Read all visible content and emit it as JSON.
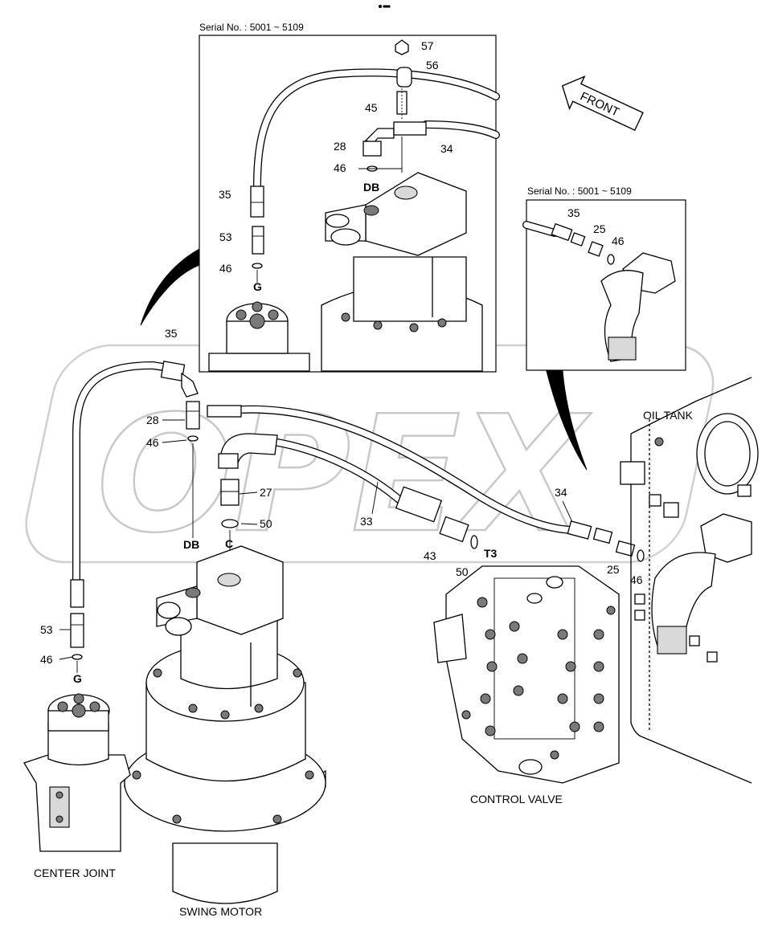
{
  "serial_main": "Serial No. : 5001 ~ 5109",
  "serial_detail": "Serial No. : 5001 ~ 5109",
  "front_label": "FRONT",
  "watermark": "OPEX",
  "components": {
    "oil_tank": "OIL TANK",
    "control_valve": "CONTROL VALVE",
    "center_joint": "CENTER JOINT",
    "swing_motor": "SWING MOTOR"
  },
  "ports": {
    "db_inset": "DB",
    "g_inset": "G",
    "db_main": "DB",
    "c_main": "C",
    "g_main": "G",
    "t3_main": "T3"
  },
  "parts_inset": {
    "p57": "57",
    "p56": "56",
    "p45": "45",
    "p28": "28",
    "p34": "34",
    "p46a": "46",
    "p35": "35",
    "p53": "53",
    "p46b": "46"
  },
  "parts_detail": {
    "p35": "35",
    "p25": "25",
    "p46": "46"
  },
  "parts_main": {
    "p35": "35",
    "p28": "28",
    "p46a": "46",
    "p27": "27",
    "p50a": "50",
    "p33": "33",
    "p34": "34",
    "p43": "43",
    "p50b": "50",
    "p25": "25",
    "p46b": "46",
    "p53": "53",
    "p46c": "46"
  }
}
